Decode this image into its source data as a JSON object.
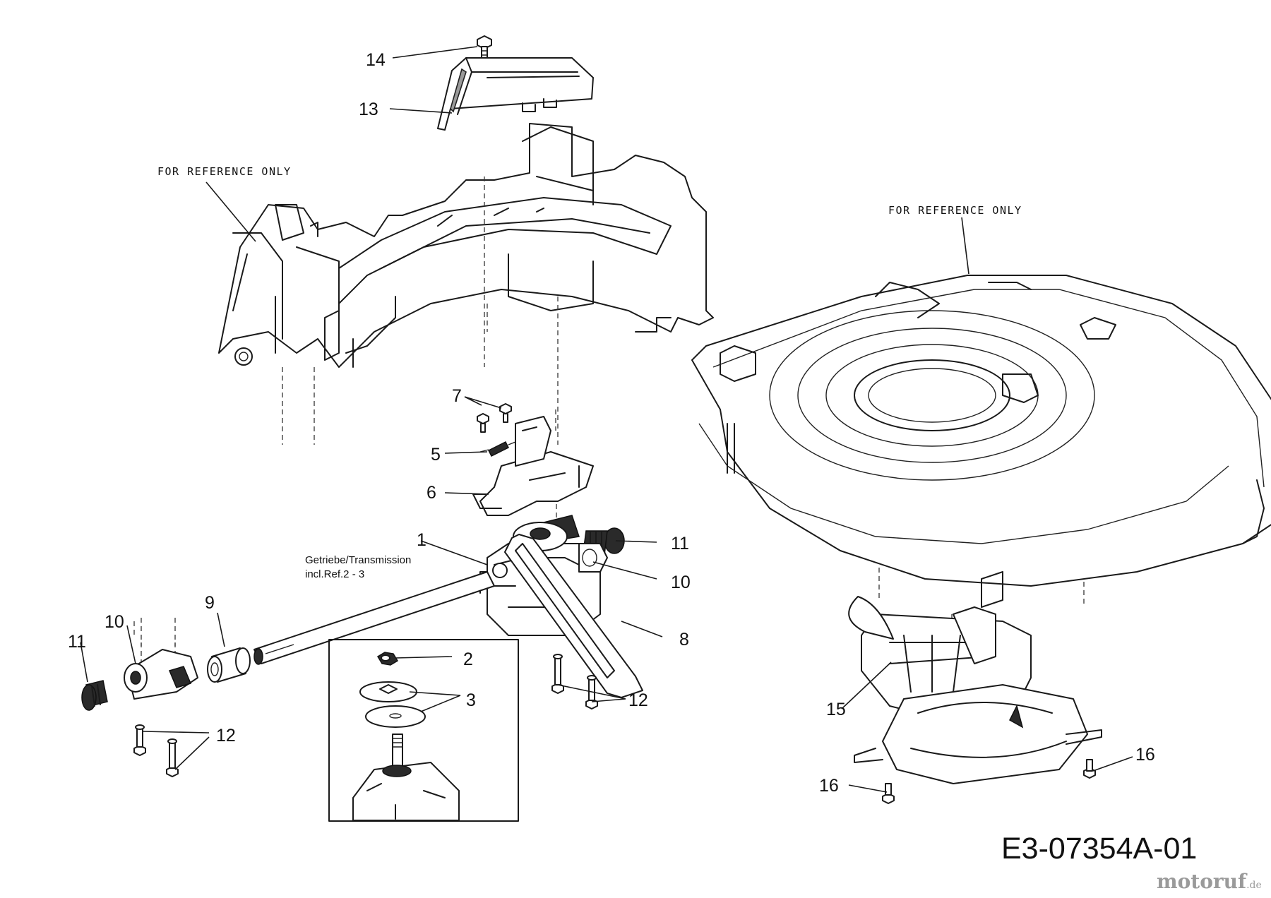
{
  "drawing": {
    "number": "E3-07354A-01",
    "reference_labels": [
      "FOR REFERENCE ONLY",
      "FOR REFERENCE ONLY"
    ],
    "transmission_note": [
      "Getriebe/Transmission",
      "incl.Ref.2 - 3"
    ]
  },
  "callouts": [
    {
      "id": "c14",
      "text": "14"
    },
    {
      "id": "c13",
      "text": "13"
    },
    {
      "id": "c7",
      "text": "7"
    },
    {
      "id": "c5",
      "text": "5"
    },
    {
      "id": "c6",
      "text": "6"
    },
    {
      "id": "c1",
      "text": "1"
    },
    {
      "id": "c11a",
      "text": "11"
    },
    {
      "id": "c10a",
      "text": "10"
    },
    {
      "id": "c8",
      "text": "8"
    },
    {
      "id": "c9",
      "text": "9"
    },
    {
      "id": "c10b",
      "text": "10"
    },
    {
      "id": "c11b",
      "text": "11"
    },
    {
      "id": "c2",
      "text": "2"
    },
    {
      "id": "c3",
      "text": "3"
    },
    {
      "id": "c12a",
      "text": "12"
    },
    {
      "id": "c12b",
      "text": "12"
    },
    {
      "id": "c15",
      "text": "15"
    },
    {
      "id": "c16a",
      "text": "16"
    },
    {
      "id": "c16b",
      "text": "16"
    }
  ],
  "watermark": {
    "brand": "motoruf",
    "tld": ".de"
  }
}
